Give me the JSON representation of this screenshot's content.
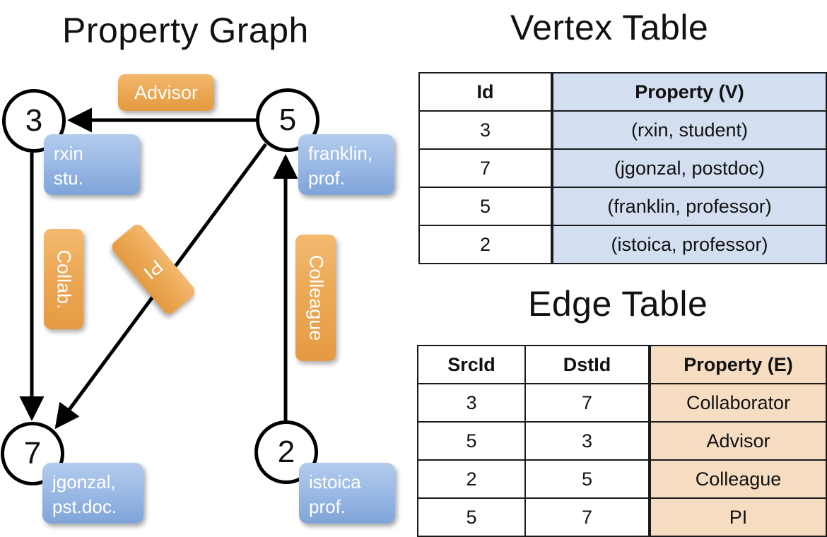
{
  "titles": {
    "property_graph": "Property Graph",
    "vertex_table": "Vertex Table",
    "edge_table": "Edge Table"
  },
  "graph": {
    "nodes": [
      {
        "id": "3",
        "name": "node-3",
        "prop_line1": "rxin",
        "prop_line2": "stu."
      },
      {
        "id": "5",
        "name": "node-5",
        "prop_line1": "franklin,",
        "prop_line2": "prof."
      },
      {
        "id": "7",
        "name": "node-7",
        "prop_line1": "jgonzal,",
        "prop_line2": "pst.doc."
      },
      {
        "id": "2",
        "name": "node-2",
        "prop_line1": "istoica",
        "prop_line2": "prof."
      }
    ],
    "edge_labels": {
      "advisor": "Advisor",
      "collaborator": "Collab.",
      "colleague": "Colleague",
      "pi": "PI"
    },
    "edges": [
      {
        "from": "5",
        "to": "3",
        "label": "Advisor"
      },
      {
        "from": "3",
        "to": "7",
        "label": "Collab."
      },
      {
        "from": "5",
        "to": "7",
        "label": "PI"
      },
      {
        "from": "2",
        "to": "5",
        "label": "Colleague"
      }
    ]
  },
  "vertex_table": {
    "columns": [
      "Id",
      "Property (V)"
    ],
    "rows": [
      {
        "id": "3",
        "property": "(rxin, student)"
      },
      {
        "id": "7",
        "property": "(jgonzal, postdoc)"
      },
      {
        "id": "5",
        "property": "(franklin, professor)"
      },
      {
        "id": "2",
        "property": "(istoica, professor)"
      }
    ]
  },
  "edge_table": {
    "columns": [
      "SrcId",
      "DstId",
      "Property (E)"
    ],
    "rows": [
      {
        "src": "3",
        "dst": "7",
        "property": "Collaborator"
      },
      {
        "src": "5",
        "dst": "3",
        "property": "Advisor"
      },
      {
        "src": "2",
        "dst": "5",
        "property": "Colleague"
      },
      {
        "src": "5",
        "dst": "7",
        "property": "PI"
      }
    ]
  },
  "colors": {
    "vertex_property_fill": "#d3dff1",
    "edge_property_fill": "#f6ddc2",
    "node_box_blue": "#9cbbe6",
    "edge_box_orange": "#eca956",
    "stroke": "#000000",
    "background": "#ffffff"
  }
}
